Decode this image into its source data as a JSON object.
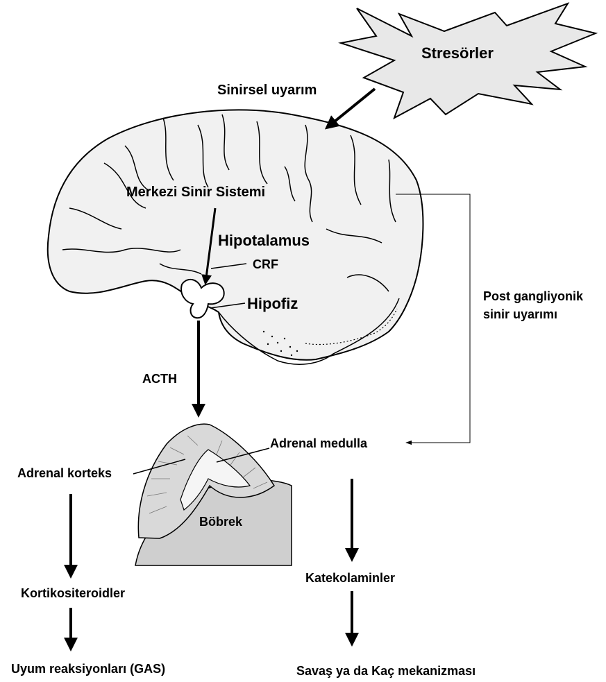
{
  "labels": {
    "stressors": "Stresörler",
    "neural_stimulation": "Sinirsel uyarım",
    "cns": "Merkezi Sinir Sistemi",
    "hypothalamus": "Hipotalamus",
    "crf": "CRF",
    "pituitary": "Hipofiz",
    "postganglionic_line1": "Post gangliyonik",
    "postganglionic_line2": "sinir uyarımı",
    "acth": "ACTH",
    "adrenal_medulla": "Adrenal medulla",
    "adrenal_cortex": "Adrenal korteks",
    "kidney": "Böbrek",
    "corticosteroids": "Kortikositeroidler",
    "catecholamines": "Katekolaminler",
    "adaptation_reactions": "Uyum reaksiyonları (GAS)",
    "fight_or_flight": "Savaş ya da Kaç mekanizması"
  },
  "colors": {
    "ink": "#000000",
    "burst_fill": "#e8e8e8",
    "brain_fill": "#f1f1f1",
    "gland_fill": "#d9d9d9",
    "kidney_fill": "#cfcfcf"
  }
}
